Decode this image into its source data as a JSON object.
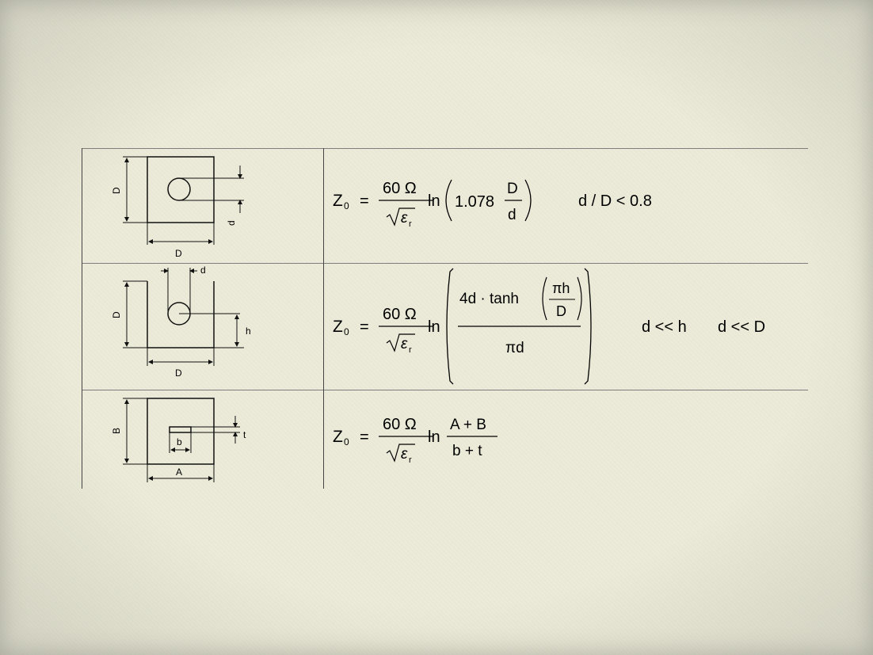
{
  "rows": [
    {
      "diagram": {
        "height_label": "D",
        "width_label": "D",
        "side_label": "d"
      },
      "formula": {
        "lhs": "Z",
        "lhs_sub": "0",
        "eq": "=",
        "num": "60 Ω",
        "den": "ε",
        "den_sub": "r",
        "fn": "ln",
        "arg_coef": "1.078",
        "arg_num": "D",
        "arg_den": "d"
      },
      "condition": "d / D < 0.8"
    },
    {
      "diagram": {
        "height_label": "D",
        "width_label": "D",
        "top_label": "d",
        "side_label": "h"
      },
      "formula": {
        "lhs": "Z",
        "lhs_sub": "0",
        "eq": "=",
        "num": "60 Ω",
        "den": "ε",
        "den_sub": "r",
        "fn": "ln",
        "arg_num_pre": "4d · tanh",
        "inner_num": "πh",
        "inner_den": "D",
        "arg_den": "πd"
      },
      "condition_1": "d << h",
      "condition_2": "d << D"
    },
    {
      "diagram": {
        "height_label": "B",
        "width_label": "A",
        "inner_label": "b",
        "side_label": "t"
      },
      "formula": {
        "lhs": "Z",
        "lhs_sub": "0",
        "eq": "=",
        "num": "60 Ω",
        "den": "ε",
        "den_sub": "r",
        "fn": "ln",
        "arg_num": "A + B",
        "arg_den": "b + t"
      }
    }
  ]
}
